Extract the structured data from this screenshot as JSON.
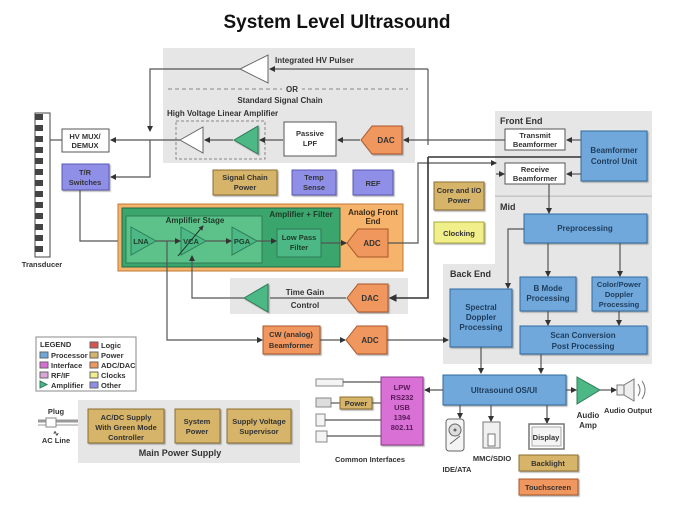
{
  "title": "System Level Ultrasound",
  "colors": {
    "processor": "#6fa8dc",
    "interface": "#d96fd6",
    "rfif": "#d9a6d9",
    "amplifier": "#4cb886",
    "logic": "#d9534f",
    "power": "#d6b46a",
    "adcdac": "#f0975e",
    "clocks": "#f1ef8a",
    "other": "#8f8fe8",
    "panel_gray": "#e6e6e6",
    "afe_orange": "#f5b36b",
    "afe_green": "#3aa56c"
  },
  "transmit": {
    "integrated_hv_pulser": "Integrated HV Pulser",
    "or_label": "OR",
    "standard_signal_chain": "Standard Signal Chain",
    "hv_linear_amp": "High Voltage Linear Amplifier",
    "passive_lpf": [
      "Passive",
      "LPF"
    ],
    "dac": "DAC"
  },
  "transducer": {
    "label": "Transducer",
    "hv_mux": [
      "HV MUX/",
      "DEMUX"
    ],
    "tr_switches": [
      "T/R",
      "Switches"
    ]
  },
  "misc_blocks": {
    "signal_chain_power": [
      "Signal Chain",
      "Power"
    ],
    "temp_sense": [
      "Temp",
      "Sense"
    ],
    "ref": "REF",
    "core_io_power": [
      "Core and I/O",
      "Power"
    ],
    "clocking": "Clocking"
  },
  "afe": {
    "title": [
      "Analog Front",
      "End"
    ],
    "amp_filter": "Amplifier + Filter",
    "amp_stage": "Amplifier Stage",
    "lna": "LNA",
    "vca": "VCA",
    "pga": "PGA",
    "lpf": [
      "Low Pass",
      "Filter"
    ],
    "adc": "ADC"
  },
  "tgc": {
    "label": [
      "Time Gain",
      "Control"
    ],
    "dac": "DAC"
  },
  "cw": {
    "beamformer": [
      "CW (analog)",
      "Beamformer"
    ],
    "adc": "ADC"
  },
  "front_end": {
    "title": "Front End",
    "transmit_bf": [
      "Transmit",
      "Beamformer"
    ],
    "receive_bf": [
      "Receive",
      "Beamformer"
    ],
    "control_unit": [
      "Beamformer",
      "Control Unit"
    ]
  },
  "mid": {
    "title": "Mid",
    "preprocessing": "Preprocessing"
  },
  "back_end": {
    "title": "Back End",
    "spectral": [
      "Spectral",
      "Doppler",
      "Processing"
    ],
    "bmode": [
      "B Mode",
      "Processing"
    ],
    "color": [
      "Color/Power",
      "Doppler",
      "Processing"
    ],
    "scan": [
      "Scan Conversion",
      "Post Processing"
    ]
  },
  "os": {
    "label": "Ultrasound OS/UI",
    "audio_amp": [
      "Audio",
      "Amp"
    ],
    "audio_output": "Audio Output",
    "ide": "IDE/ATA",
    "mmc": "MMC/SDIO",
    "display": "Display",
    "backlight": "Backlight",
    "touchscreen": "Touchscreen"
  },
  "interfaces": {
    "lines": [
      "LPW",
      "RS232",
      "USB",
      "1394",
      "802.11"
    ],
    "power": "Power",
    "caption": "Common Interfaces"
  },
  "legend": {
    "title": "LEGEND",
    "items": [
      {
        "label": "Processor",
        "color": "#6fa8dc"
      },
      {
        "label": "Interface",
        "color": "#d96fd6"
      },
      {
        "label": "RF/IF",
        "color": "#d9a6d9"
      },
      {
        "label": "Amplifier",
        "color": "#4cb886"
      },
      {
        "label": "Logic",
        "color": "#d9534f"
      },
      {
        "label": "Power",
        "color": "#d6b46a"
      },
      {
        "label": "ADC/DAC",
        "color": "#f0975e"
      },
      {
        "label": "Clocks",
        "color": "#f1ef8a"
      },
      {
        "label": "Other",
        "color": "#8f8fe8"
      }
    ]
  },
  "power_supply": {
    "plug": "Plug",
    "ac_line": "AC Line",
    "acdc": [
      "AC/DC Supply",
      "With Green Mode",
      "Controller"
    ],
    "system_power": [
      "System",
      "Power"
    ],
    "supervisor": [
      "Supply Voltage",
      "Supervisor"
    ],
    "caption": "Main Power Supply"
  }
}
